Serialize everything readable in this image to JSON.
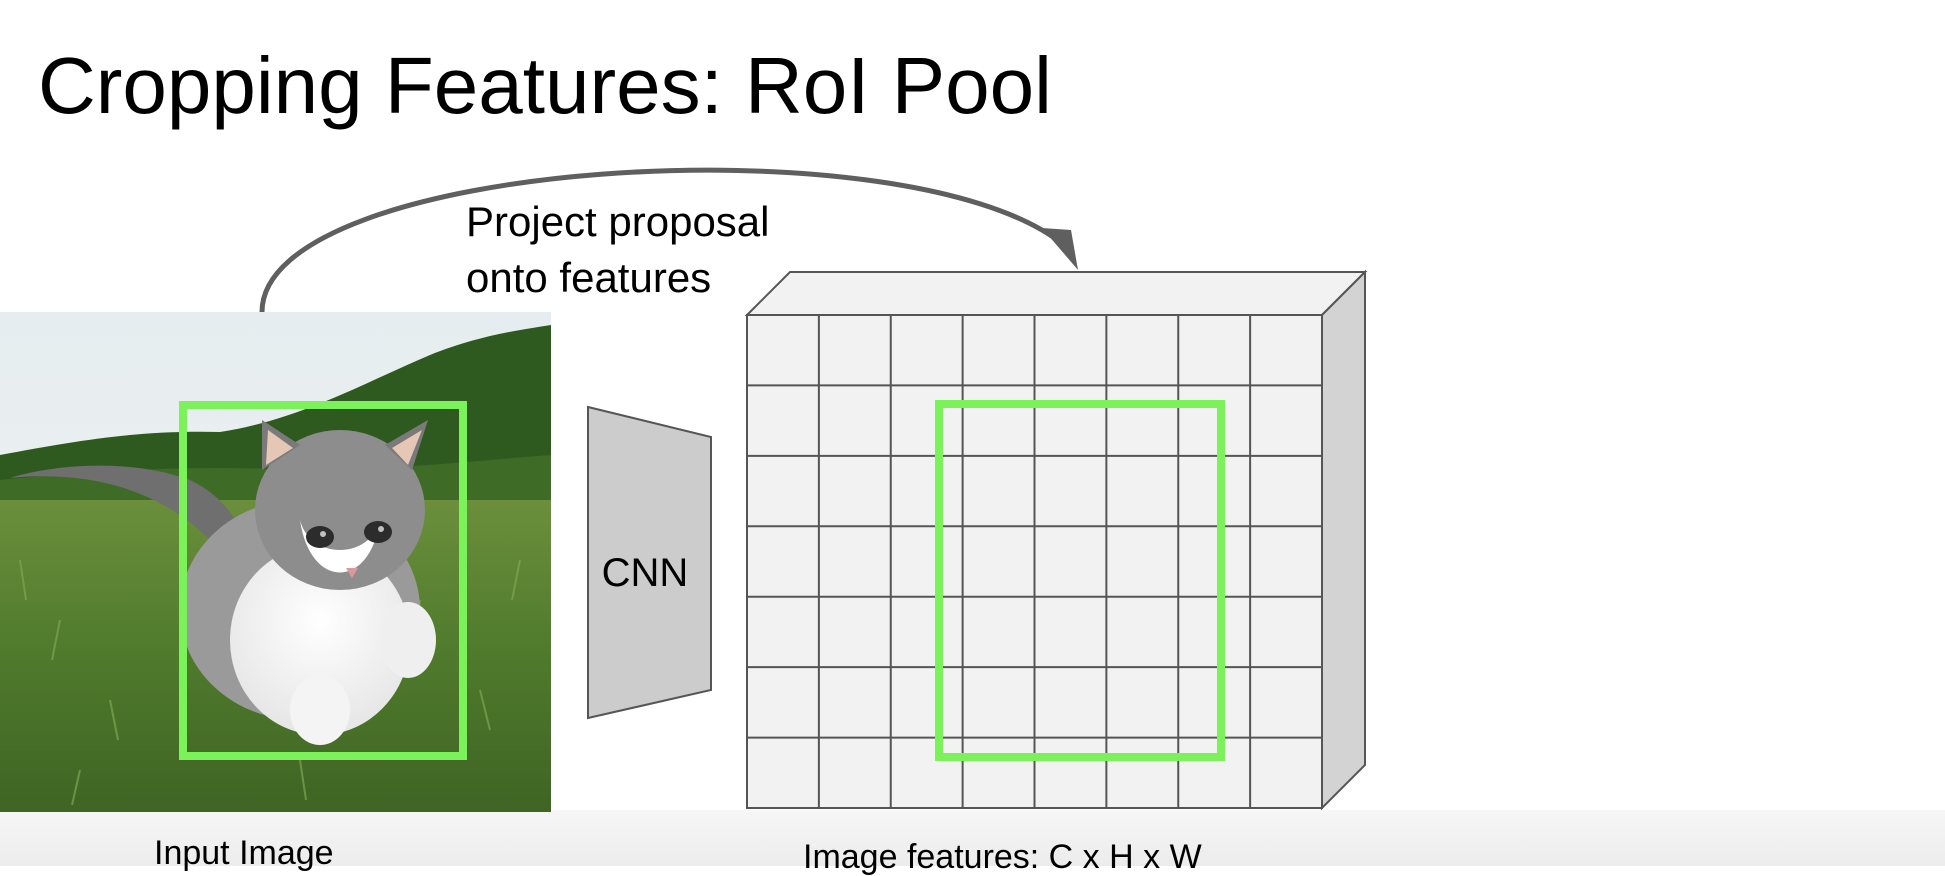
{
  "slide": {
    "title": "Cropping Features: RoI Pool"
  },
  "diagram": {
    "arrow_label_line1": "Project proposal",
    "arrow_label_line2": "onto features",
    "cnn_label": "CNN",
    "input_caption": "Input Image",
    "features_caption": "Image features: C x H x W",
    "feature_grid": {
      "rows": 7,
      "cols": 8
    },
    "proposal_color": "#7cf25a",
    "grid_face_color": "#f2f2f2",
    "grid_side_color": "#d3d3d3",
    "cnn_color": "#cccccc",
    "arrow_color": "#5f5f5f",
    "photo_subject": "kitten walking on grass"
  }
}
